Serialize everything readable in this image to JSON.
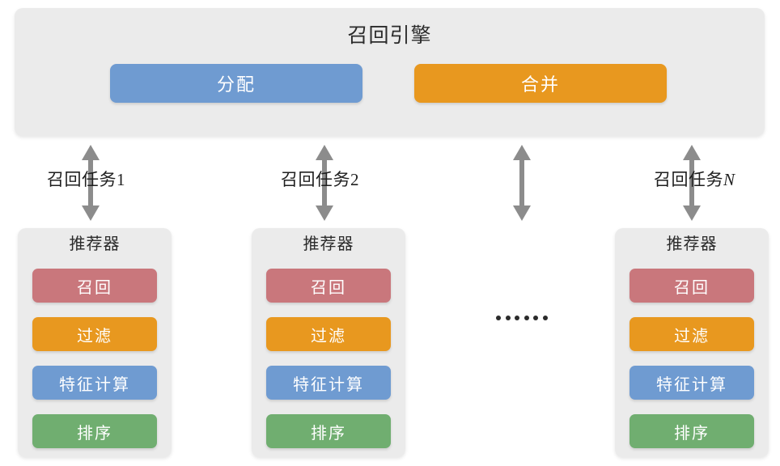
{
  "diagram": {
    "type": "architecture-block-diagram",
    "engine": {
      "title": "召回引擎",
      "buttons": [
        {
          "label": "分配",
          "color": "#6f9bd1"
        },
        {
          "label": "合并",
          "color": "#e8981f"
        }
      ]
    },
    "connections": [
      {
        "label": "召回任务1",
        "label_suffix": "",
        "has_label": true,
        "style": "double-arrow"
      },
      {
        "label": "召回任务2",
        "label_suffix": "",
        "has_label": true,
        "style": "double-arrow"
      },
      {
        "label": "",
        "label_suffix": "",
        "has_label": false,
        "style": "double-arrow"
      },
      {
        "label": "召回任务",
        "label_suffix": "N",
        "has_label": true,
        "style": "double-arrow"
      }
    ],
    "ellipsis": "······",
    "recommenders": [
      {
        "title": "推荐器",
        "stages": [
          {
            "label": "召回",
            "color": "#c9777c"
          },
          {
            "label": "过滤",
            "color": "#e8981f"
          },
          {
            "label": "特征计算",
            "color": "#6f9bd1"
          },
          {
            "label": "排序",
            "color": "#70ae70"
          }
        ]
      },
      {
        "title": "推荐器",
        "stages": [
          {
            "label": "召回",
            "color": "#c9777c"
          },
          {
            "label": "过滤",
            "color": "#e8981f"
          },
          {
            "label": "特征计算",
            "color": "#6f9bd1"
          },
          {
            "label": "排序",
            "color": "#70ae70"
          }
        ]
      },
      {
        "title": "推荐器",
        "stages": [
          {
            "label": "召回",
            "color": "#c9777c"
          },
          {
            "label": "过滤",
            "color": "#e8981f"
          },
          {
            "label": "特征计算",
            "color": "#6f9bd1"
          },
          {
            "label": "排序",
            "color": "#70ae70"
          }
        ]
      }
    ],
    "colors": {
      "panel_background": "#ebebeb",
      "page_background": "#ffffff",
      "arrow": "#8c8c8c",
      "text": "#2b2b2b"
    }
  }
}
